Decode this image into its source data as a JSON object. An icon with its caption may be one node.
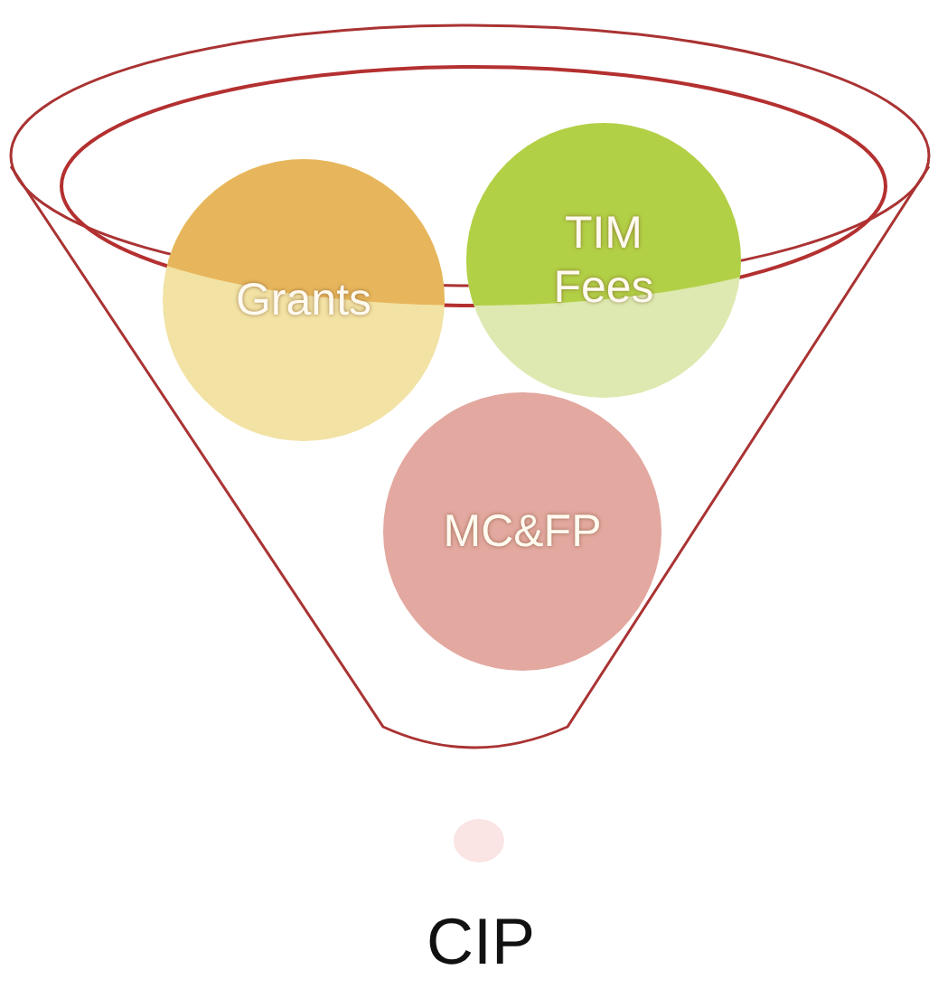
{
  "diagram": {
    "nodes": [
      {
        "text": [
          "Grants"
        ]
      },
      {
        "text": [
          "TIM Fees"
        ]
      },
      {
        "text": [
          "MC&FP"
        ]
      }
    ],
    "labels": [
      "CIP"
    ]
  }
}
